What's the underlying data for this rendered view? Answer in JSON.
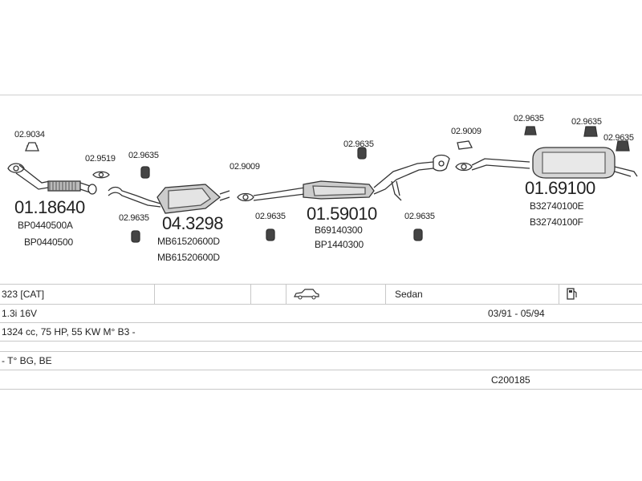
{
  "parts": {
    "gasket_1": "02.9034",
    "pipe_main": "01.18640",
    "pipe_ref1": "BP0440500A",
    "pipe_ref2": "BP0440500",
    "gasket_2": "02.9519",
    "rubber_1": "02.9635",
    "rubber_2": "02.9635",
    "cat_main": "04.3298",
    "cat_ref1": "MB61520600D",
    "cat_ref2": "MB61520600D",
    "gasket_3": "02.9009",
    "rubber_3": "02.9635",
    "mid_main": "01.59010",
    "mid_ref1": "B69140300",
    "mid_ref2": "BP1440300",
    "rubber_4": "02.9635",
    "rubber_5": "02.9635",
    "gasket_4": "02.9009",
    "rubber_6": "02.9635",
    "rubber_7": "02.9635",
    "rubber_8": "02.9635",
    "rear_main": "01.69100",
    "rear_ref1": "B32740100E",
    "rear_ref2": "B32740100F"
  },
  "info": {
    "model": "323  [CAT]",
    "body": "Sedan",
    "engine": "1.3i 16V",
    "years": "03/91 - 05/94",
    "specs": "1324 cc, 75 HP, 55 KW M° B3 -",
    "markets": "- T° BG, BE",
    "code": "C200185"
  },
  "icons": {
    "car": "sedan-car-icon",
    "fuel": "fuel-pump-icon"
  }
}
